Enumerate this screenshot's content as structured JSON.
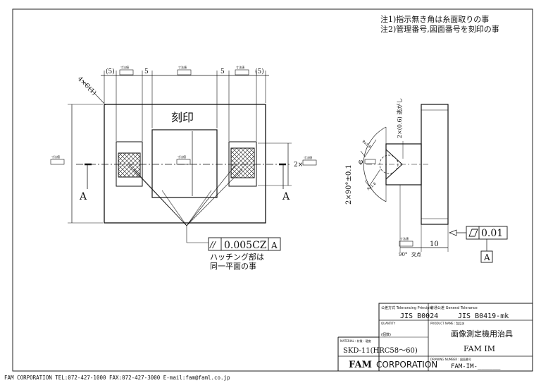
{
  "notes": {
    "note1": "注1)指示無き角は糸面取りの事",
    "note2": "注2)管理番号,図面番号を刻印の事"
  },
  "front_view": {
    "chamfer": "4×C(1)",
    "dim_5_paren": "(5)",
    "dim_5": "5",
    "placeholder": "寸法値",
    "engrave_label": "刻印",
    "section_mark": "A",
    "dim_2x": "2×"
  },
  "side_view": {
    "angle": "2×90°±0.1",
    "relief": "2×(0.6) 逃がし",
    "phi": "φ",
    "ra": "Ra1.6",
    "angle_mark": "90°",
    "intersection": "交点",
    "dim_10": "10",
    "flatness_value": "0.01",
    "datum": "A"
  },
  "callout": {
    "parallel_symbol": "//",
    "value": "0.005CZ",
    "datum": "A",
    "note_line1": "ハッチング部は",
    "note_line2": "同一平面の事"
  },
  "title_block": {
    "principle_label": "公差方式 Tolerancing Principle",
    "principle_value": "JIS B0024",
    "general_tol_label": "普通公差 General Tolerance",
    "general_tol_value": "JIS B0419-mk",
    "quantity_label": "QUANTITY",
    "quantity_value": "(個数)",
    "product_label": "PRODUCT NAME : 製品名",
    "product_value": "画像測定機用治具",
    "material_label": "MATERIAL : 材質・硬度",
    "material_value": "SKD-11(HRC58～60)",
    "product_code": "FAM IM",
    "company_bold": "FAM",
    "company_rest": "CORPORATION",
    "drawing_label": "DRAWING NUMBER : 図面番号",
    "drawing_value": "FAM-IM-______"
  },
  "footer": "FAM CORPORATION  TEL:072-427-1000  FAX:072-427-3000  E-mail:fam@faml.co.jp"
}
